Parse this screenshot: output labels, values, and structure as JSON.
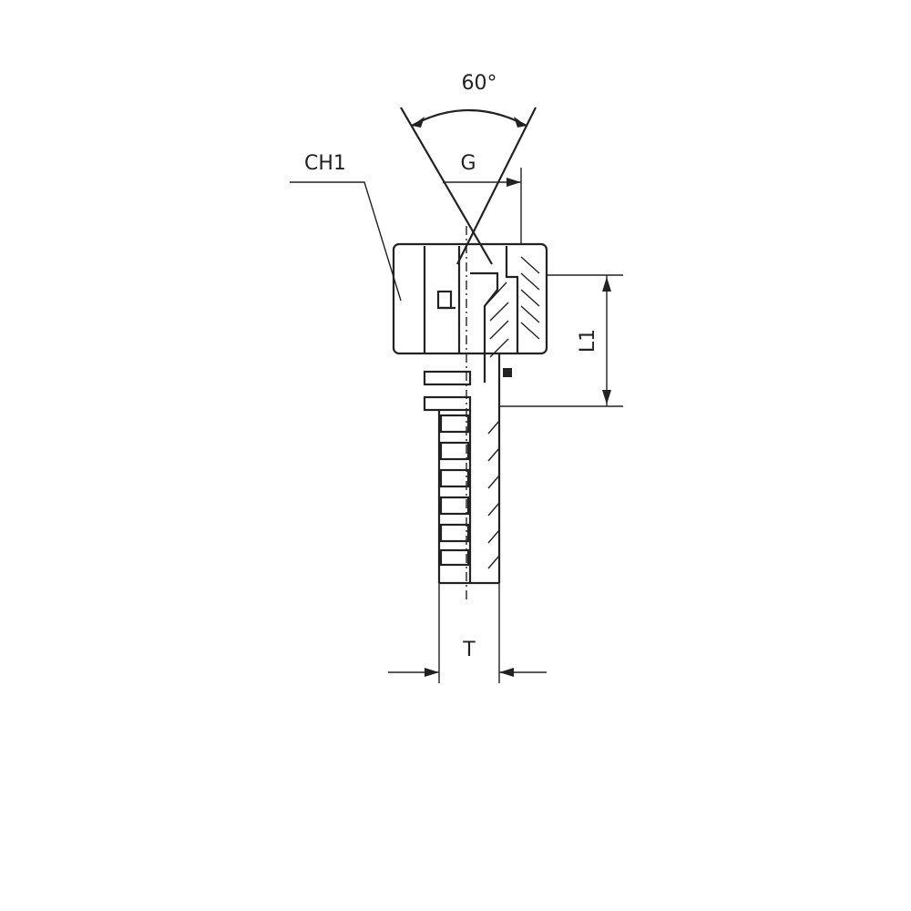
{
  "labels": {
    "angle": "60°",
    "thread": "G",
    "hex": "CH1",
    "length": "L1",
    "tube": "T"
  },
  "colors": {
    "line": "#222222",
    "background": "#ffffff"
  }
}
